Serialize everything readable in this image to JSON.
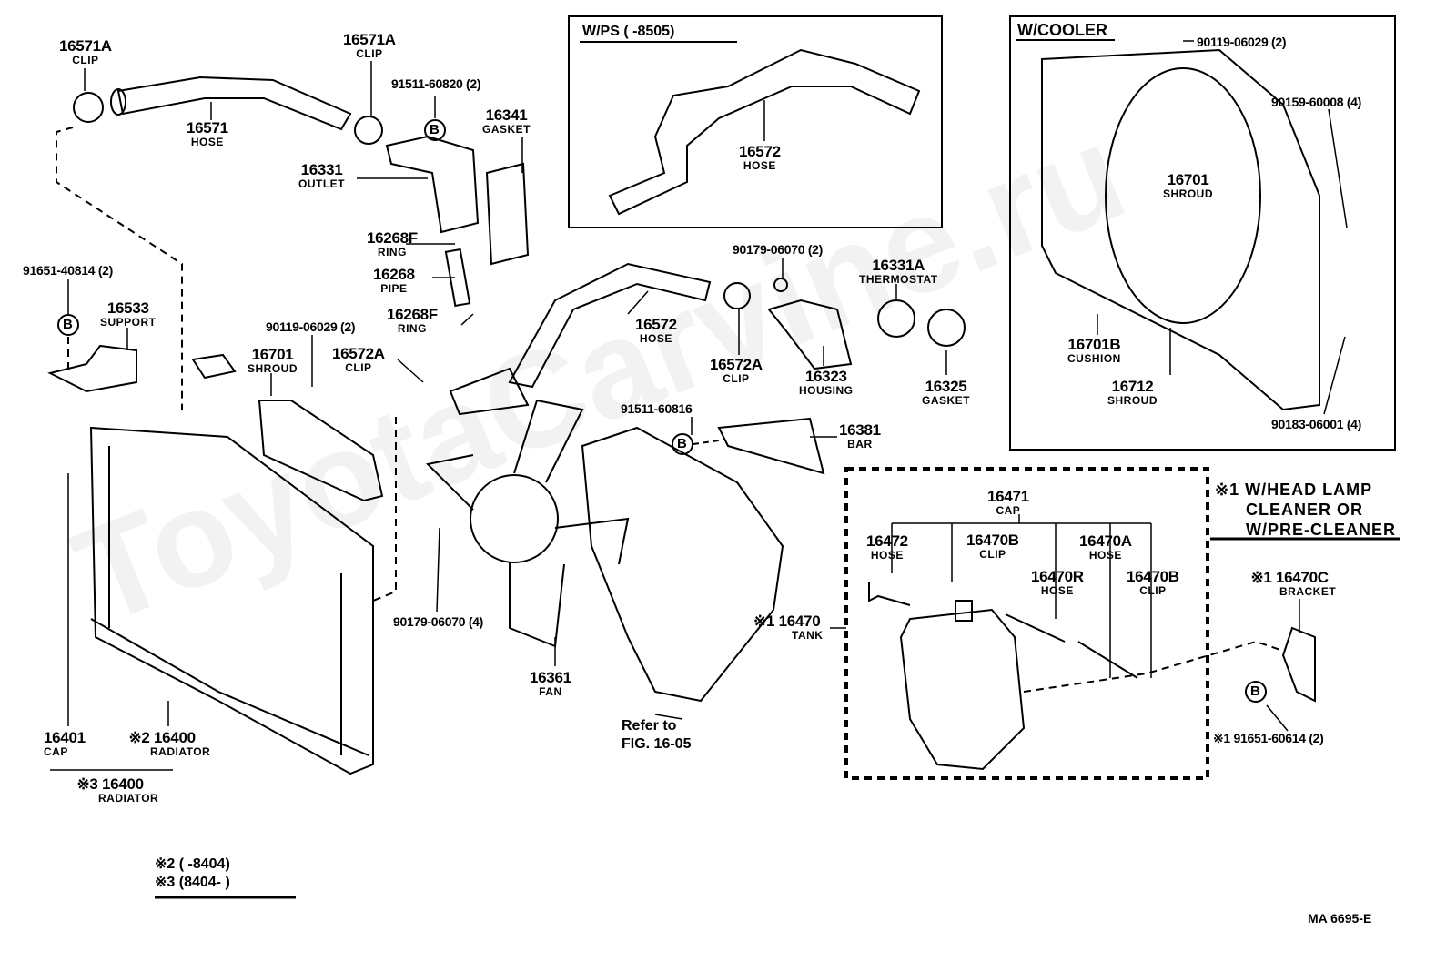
{
  "watermark": "ToyotaCarvine.ru",
  "figure_code": "MA 6695-E",
  "boxes": {
    "ps": {
      "title": "W/PS (      -8505)"
    },
    "cooler": {
      "title": "W/COOLER"
    }
  },
  "labels": [
    {
      "number": "16571A",
      "name": "CLIP"
    },
    {
      "number": "16571",
      "name": "HOSE"
    },
    {
      "number": "16571A",
      "name": "CLIP"
    },
    {
      "number": "91511-60820 (2)",
      "name": ""
    },
    {
      "number": "16341",
      "name": "GASKET"
    },
    {
      "number": "16331",
      "name": "OUTLET"
    },
    {
      "number": "16268F",
      "name": "RING"
    },
    {
      "number": "16268",
      "name": "PIPE"
    },
    {
      "number": "16268F",
      "name": "RING"
    },
    {
      "number": "91651-40814 (2)",
      "name": ""
    },
    {
      "number": "16533",
      "name": "SUPPORT"
    },
    {
      "number": "90119-06029 (2)",
      "name": ""
    },
    {
      "number": "16701",
      "name": "SHROUD"
    },
    {
      "number": "16572A",
      "name": "CLIP"
    },
    {
      "number": "16572",
      "name": "HOSE"
    },
    {
      "number": "90119-06029 (2)",
      "name": ""
    },
    {
      "number": "90159-60008 (4)",
      "name": ""
    },
    {
      "number": "16701",
      "name": "SHROUD"
    },
    {
      "number": "16701B",
      "name": "CUSHION"
    },
    {
      "number": "16712",
      "name": "SHROUD"
    },
    {
      "number": "90183-06001 (4)",
      "name": ""
    },
    {
      "number": "90179-06070 (2)",
      "name": ""
    },
    {
      "number": "16331A",
      "name": "THERMOSTAT"
    },
    {
      "number": "16572",
      "name": "HOSE"
    },
    {
      "number": "16572A",
      "name": "CLIP"
    },
    {
      "number": "16323",
      "name": "HOUSING"
    },
    {
      "number": "16325",
      "name": "GASKET"
    },
    {
      "number": "91511-60816",
      "name": ""
    },
    {
      "number": "16381",
      "name": "BAR"
    },
    {
      "number": "16401",
      "name": "CAP"
    },
    {
      "number": "※2 16400",
      "name": "RADIATOR"
    },
    {
      "number": "※3 16400",
      "name": "RADIATOR"
    },
    {
      "number": "90179-06070 (4)",
      "name": ""
    },
    {
      "number": "16361",
      "name": "FAN"
    },
    {
      "number": "※1  16470",
      "name": "TANK"
    },
    {
      "number": "16471",
      "name": "CAP"
    },
    {
      "number": "16472",
      "name": "HOSE"
    },
    {
      "number": "16470B",
      "name": "CLIP"
    },
    {
      "number": "16470A",
      "name": "HOSE"
    },
    {
      "number": "16470R",
      "name": "HOSE"
    },
    {
      "number": "16470B",
      "name": "CLIP"
    },
    {
      "number": "※1 16470C",
      "name": "BRACKET"
    },
    {
      "number": "※1  91651-60614 (2)",
      "name": ""
    }
  ],
  "refer": {
    "line1": "Refer to",
    "line2": "FIG. 16-05"
  },
  "condition_note": {
    "line1": "※1 W/HEAD LAMP",
    "line2": "CLEANER OR",
    "line3": "W/PRE-CLEANER"
  },
  "legend": {
    "line1": "※2 (        -8404)",
    "line2": "※3 (8404-        )"
  },
  "bolt_marker": "B"
}
